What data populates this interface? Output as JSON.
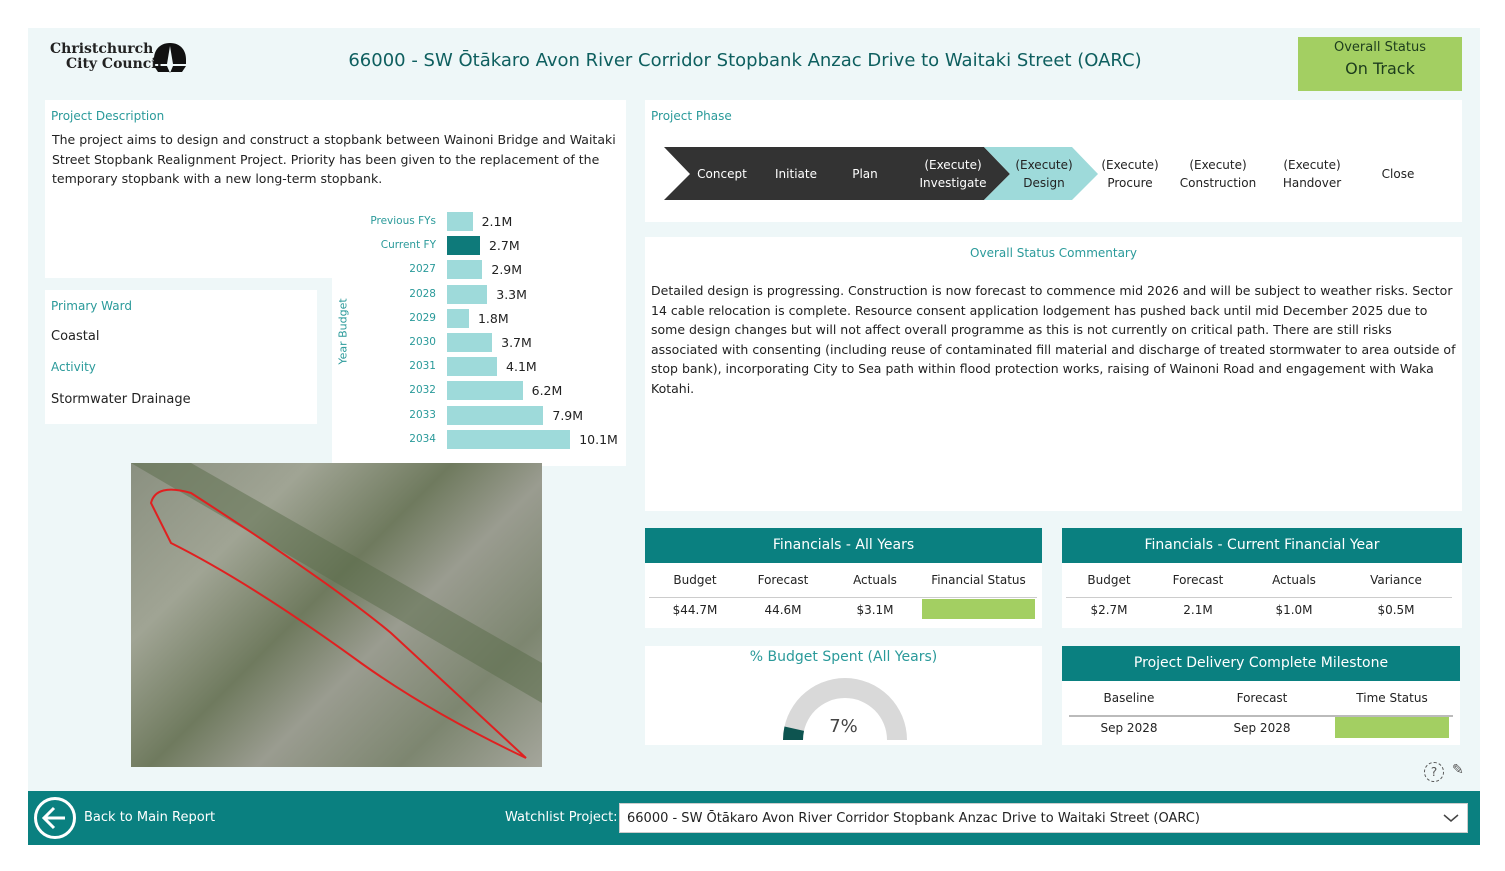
{
  "header": {
    "title": "66000 - SW Ōtākaro Avon River Corridor Stopbank Anzac Drive to Waitaki Street (OARC)",
    "logo_line1": "Christchurch",
    "logo_line2": "City Council",
    "overall_status_label": "Overall Status",
    "overall_status_value": "On Track"
  },
  "description": {
    "label": "Project Description",
    "text": "The project aims to design and construct a stopbank between Wainoni Bridge and Waitaki Street Stopbank Realignment Project. Priority has been given to the replacement of the temporary stopbank with a new long-term stopbank."
  },
  "ward": {
    "label": "Primary Ward",
    "value": "Coastal",
    "activity_label": "Activity",
    "activity_value": "Stormwater Drainage"
  },
  "chart_data": {
    "type": "bar",
    "orientation": "horizontal",
    "ylabel": "Year Budget",
    "categories": [
      "Previous FYs",
      "Current FY",
      "2027",
      "2028",
      "2029",
      "2030",
      "2031",
      "2032",
      "2033",
      "2034"
    ],
    "values": [
      2.1,
      2.7,
      2.9,
      3.3,
      1.8,
      3.7,
      4.1,
      6.2,
      7.9,
      10.1
    ],
    "labels": [
      "2.1M",
      "2.7M",
      "2.9M",
      "3.3M",
      "1.8M",
      "3.7M",
      "4.1M",
      "6.2M",
      "7.9M",
      "10.1M"
    ],
    "highlight": "Current FY",
    "colors": {
      "bar": "#9edada",
      "highlight": "#0e7a7a"
    }
  },
  "phase": {
    "label": "Project Phase",
    "steps": [
      {
        "l1": "Concept",
        "l2": ""
      },
      {
        "l1": "Initiate",
        "l2": ""
      },
      {
        "l1": "Plan",
        "l2": ""
      },
      {
        "l1": "(Execute)",
        "l2": "Investigate"
      },
      {
        "l1": "(Execute)",
        "l2": "Design"
      },
      {
        "l1": "(Execute)",
        "l2": "Procure"
      },
      {
        "l1": "(Execute)",
        "l2": "Construction"
      },
      {
        "l1": "(Execute)",
        "l2": "Handover"
      },
      {
        "l1": "Close",
        "l2": ""
      }
    ],
    "current": "(Execute) Design"
  },
  "commentary": {
    "label": "Overall Status Commentary",
    "text": "Detailed design is progressing. Construction is now forecast to commence mid 2026 and will be subject to weather risks. Sector 14 cable relocation is complete. Resource consent application lodgement has pushed back until mid December 2025 due to some design changes but will not affect overall programme as this is not currently on critical path. There are still risks associated with consenting (including reuse of contaminated fill material and discharge of treated stormwater to area outside of stop bank), incorporating City to Sea path within flood protection works, raising of Wainoni Road and engagement with Waka Kotahi."
  },
  "fin_all": {
    "title": "Financials - All Years",
    "headers": [
      "Budget",
      "Forecast",
      "Actuals",
      "Financial Status"
    ],
    "values": [
      "$44.7M",
      "44.6M",
      "$3.1M"
    ],
    "status_color": "#a3cf62"
  },
  "fin_cur": {
    "title": "Financials - Current Financial Year",
    "headers": [
      "Budget",
      "Forecast",
      "Actuals",
      "Variance"
    ],
    "values": [
      "$2.7M",
      "2.1M",
      "$1.0M",
      "$0.5M"
    ]
  },
  "gauge": {
    "title": "% Budget Spent (All Years)",
    "value_label": "7%",
    "value": 7
  },
  "milestone": {
    "title": "Project Delivery Complete Milestone",
    "headers": [
      "Baseline",
      "Forecast",
      "Time Status"
    ],
    "values": [
      "Sep 2028",
      "Sep 2028"
    ],
    "status_color": "#a3cf62"
  },
  "footer": {
    "back_label": "Back to Main Report",
    "watchlist_label": "Watchlist Project:",
    "watchlist_value": "66000 - SW Ōtākaro Avon River Corridor Stopbank Anzac Drive to Waitaki Street (OARC)"
  }
}
